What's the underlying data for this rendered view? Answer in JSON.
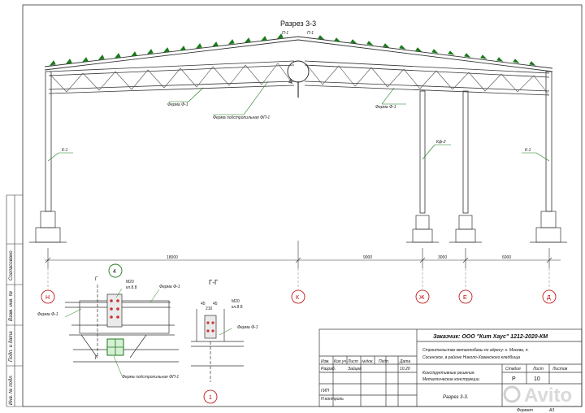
{
  "section": {
    "title": "Разрез 3-3",
    "purlin_left": "П-1",
    "purlin_right": "П-1",
    "node_mark": "4"
  },
  "labels": {
    "truss_f1_left": "Ферма Ф-1",
    "truss_f1_right": "Ферма Ф-1",
    "truss_fp1": "Ферма подстропильная ФП-1",
    "column_k1_left": "К-1",
    "column_k1_right": "К-1",
    "column_kf2": "Кф-2"
  },
  "dimensions": {
    "d1": "18000",
    "d2": "9000",
    "d3": "3000",
    "d4": "6000"
  },
  "axes": [
    "Н",
    "К",
    "Ж",
    "Е",
    "Д"
  ],
  "detail4": {
    "node": "4",
    "cut_mark": "Г",
    "bolt": "М20",
    "bolt_class": "кл.8.8",
    "truss_top": "Ферма Ф-1",
    "truss_left": "Ферма Ф-1",
    "truss_bottom": "Ферма подстропильная ФП-1"
  },
  "detailGG": {
    "title": "Г-Г",
    "dim_a": "45",
    "dim_b": "45",
    "dim_c": "210",
    "bolt": "М20",
    "bolt_class": "кл.8.8",
    "truss": "Ферма Ф-1",
    "axis": "1"
  },
  "titleblock": {
    "customer": "Заказчик: ООО \"Кит Хаус\" 1212-2020-КМ",
    "project_line1": "Строительство металлобазы по адресу: г. Москва, п.",
    "project_line2": "Сосенское, в районе Николо-Хованского кладбища",
    "headers": [
      "Изм.",
      "Кол.уч",
      "Лист",
      "№док.",
      "Подп.",
      "Дата"
    ],
    "row_role": "Разраб.",
    "row_name": "Зайцев",
    "row_date": "10.20",
    "gip": "ГИП",
    "nkontrol": "Н.контроль",
    "desc_line1": "Конструктивные решения.",
    "desc_line2": "Металлические конструкции.",
    "sheet_title": "Разрез 3-3.",
    "stage_label": "Стадия",
    "sheet_label": "Лист",
    "sheets_label": "Листов",
    "stage": "Р",
    "sheet": "10",
    "format_label": "Формат",
    "format": "А3"
  },
  "sidebar": {
    "s1": "Инв. № подл.",
    "s2": "Подп. и дата",
    "s3": "Взам. инв. №",
    "s4": "Согласовано"
  },
  "watermark": "Avito"
}
